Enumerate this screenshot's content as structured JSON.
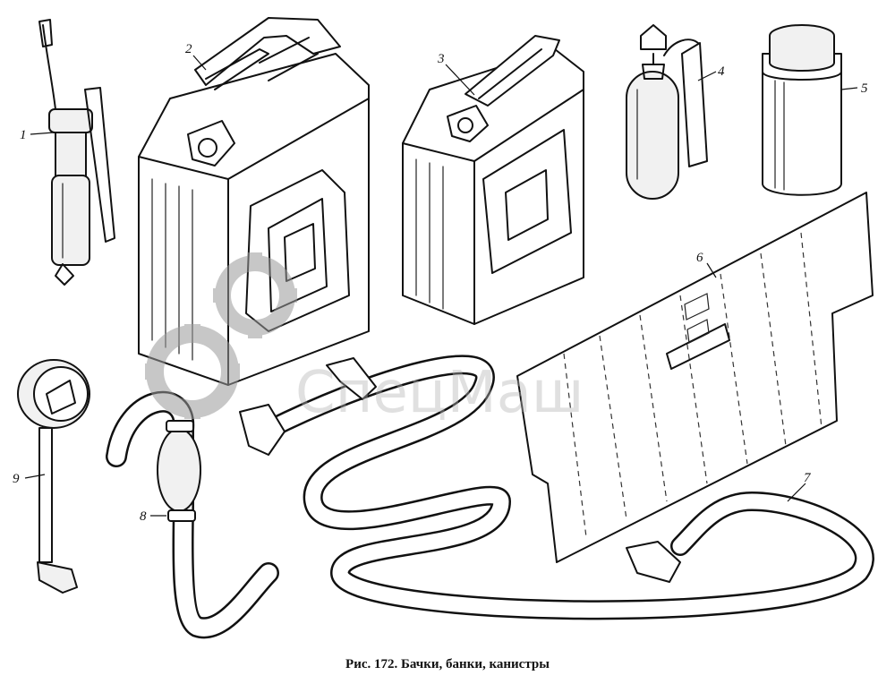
{
  "caption": "Рис. 172. Бачки, банки, канистры",
  "watermark": {
    "text": "СпецМаш",
    "color": "#b3b3b3"
  },
  "callouts": [
    "1",
    "2",
    "3",
    "4",
    "5",
    "6",
    "7",
    "8",
    "9"
  ],
  "colors": {
    "ink": "#111111",
    "background": "#ffffff"
  }
}
